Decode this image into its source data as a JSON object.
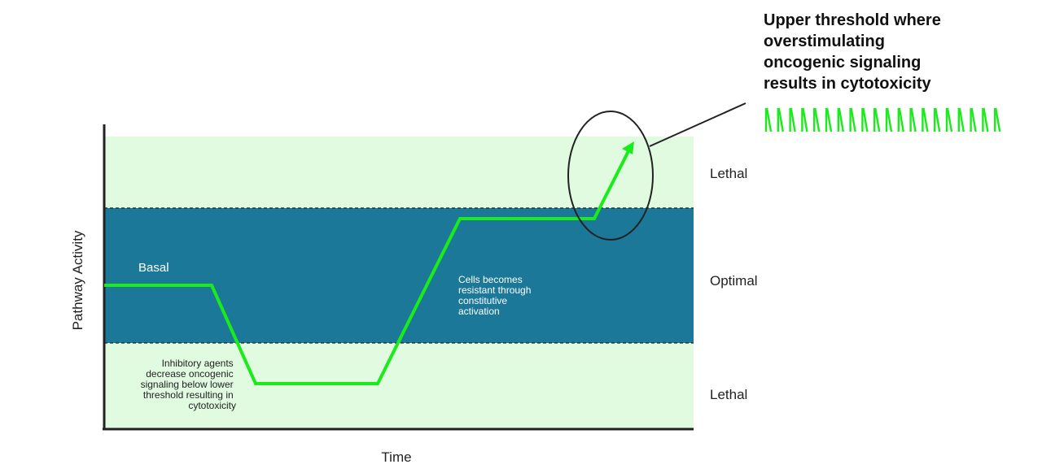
{
  "axes": {
    "y_label": "Pathway Activity",
    "x_label": "Time"
  },
  "zones": {
    "upper": "Lethal",
    "middle": "Optimal",
    "lower": "Lethal"
  },
  "annotations": {
    "basal": "Basal",
    "inhibitory": [
      "Inhibitory agents",
      "decrease oncogenic",
      "signaling below lower",
      "threshold resulting in",
      "cytotoxicity"
    ],
    "resistant": [
      "Cells becomes",
      "resistant through",
      "constitutive",
      "activation"
    ],
    "upper_threshold": [
      "Upper threshold where",
      "overstimulating",
      "oncogenic signaling",
      "results in cytotoxicity"
    ]
  },
  "colors": {
    "lethal_fill": "#e0fbe0",
    "optimal_fill": "#1b7899",
    "line": "#1aeb1a",
    "axis": "#222222",
    "text": "#222222",
    "white_text": "#ffffff"
  }
}
